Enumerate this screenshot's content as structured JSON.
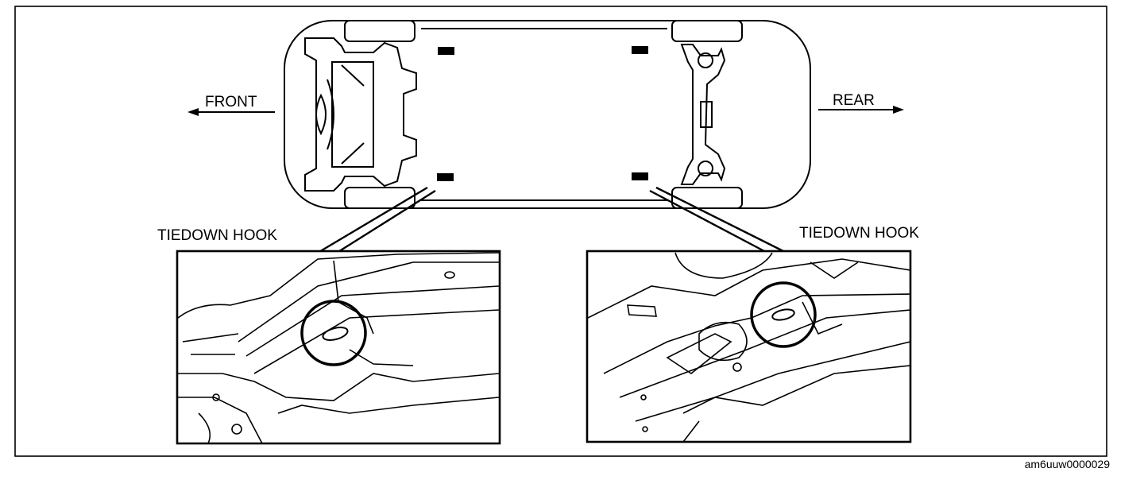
{
  "labels": {
    "front": "FRONT",
    "rear": "REAR",
    "tiedown_left": "TIEDOWN HOOK",
    "tiedown_right": "TIEDOWN HOOK",
    "figure_id": "am6uuw0000029"
  },
  "colors": {
    "ink": "#000000",
    "background": "#ffffff"
  }
}
